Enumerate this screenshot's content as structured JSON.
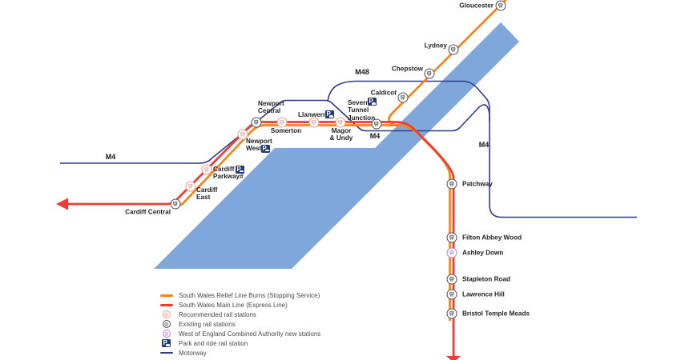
{
  "map": {
    "road_labels": {
      "m4_west": "M4",
      "m48": "M48",
      "m4_stj": "M4",
      "m4_east": "M4"
    },
    "stations": {
      "gloucester": {
        "label": "Gloucester",
        "type": "existing"
      },
      "lydney": {
        "label": "Lydney",
        "type": "existing"
      },
      "chepstow": {
        "label": "Chepstow",
        "type": "existing"
      },
      "caldicot": {
        "label": "Caldicot",
        "type": "existing"
      },
      "severn_tunnel_junction": {
        "label": "Severn\nTunnel\nJunction",
        "type": "existing",
        "park_ride": true
      },
      "newport_central": {
        "label": "Newport\nCentral",
        "type": "existing"
      },
      "somerton": {
        "label": "Somerton",
        "type": "recommended"
      },
      "llanwern": {
        "label": "Llanwern",
        "type": "recommended",
        "park_ride": true
      },
      "magor_undy": {
        "label": "Magor\n& Undy",
        "type": "recommended"
      },
      "newport_west": {
        "label": "Newport\nWest",
        "type": "recommended",
        "park_ride": true
      },
      "cardiff_parkway": {
        "label": "Cardiff\nParkway#",
        "type": "recommended",
        "park_ride": true
      },
      "cardiff_east": {
        "label": "Cardiff\nEast",
        "type": "recommended"
      },
      "cardiff_central": {
        "label": "Cardiff Central",
        "type": "existing"
      },
      "patchway": {
        "label": "Patchway",
        "type": "existing"
      },
      "filton_abbey_wood": {
        "label": "Filton Abbey Wood",
        "type": "existing"
      },
      "ashley_down": {
        "label": "Ashley Down",
        "type": "weca"
      },
      "stapleton_road": {
        "label": "Stapleton Road",
        "type": "existing"
      },
      "lawrence_hill": {
        "label": "Lawrence Hill",
        "type": "existing"
      },
      "bristol_temple_meads": {
        "label": "Bristol Temple Meads",
        "type": "existing"
      }
    }
  },
  "legend": {
    "items": [
      {
        "label": "South Wales Relief Line Burns (Stopping Service)",
        "swatch": "relief-line"
      },
      {
        "label": "South Wales Main Line (Express Line)",
        "swatch": "main-line"
      },
      {
        "label": "Recommended rail stations",
        "swatch": "recommended-station"
      },
      {
        "label": "Existing rail stations",
        "swatch": "existing-station"
      },
      {
        "label": "West of England Combined Authority new stations",
        "swatch": "weca-station"
      },
      {
        "label": "Park and ride rail station",
        "swatch": "park-ride"
      },
      {
        "label": "Motorway",
        "swatch": "motorway"
      },
      {
        "label": "",
        "swatch": "cutoff-partial-row"
      }
    ]
  },
  "icons": {
    "park_ride_letter": "P"
  },
  "colors": {
    "relief_line": "#F5821F",
    "main_line": "#EE3D33",
    "motorway": "#303C87",
    "estuary_water": "#7FA7D9",
    "recommended_station": "#F39C8D",
    "existing_station": "#4D4D4F",
    "weca_station": "#B97FD6",
    "park_ride": "#21397E"
  }
}
